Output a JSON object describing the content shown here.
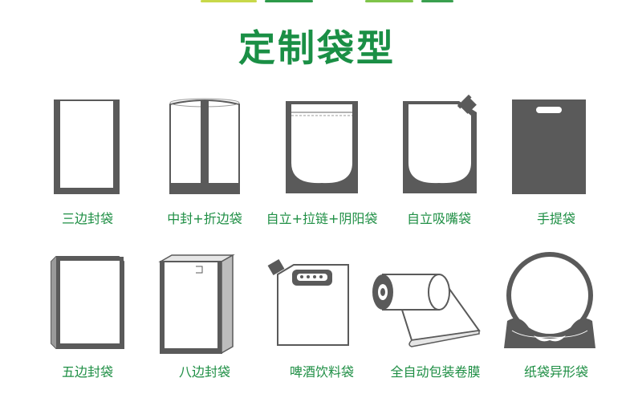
{
  "title": "定制袋型",
  "colors": {
    "title": "#1a8f45",
    "label": "#1f8f45",
    "dark": "#5a5a5a",
    "outline": "#555555",
    "deco": [
      "#7fc44a",
      "#2d9a4a",
      "#c8d84a",
      "#3aa04f"
    ]
  },
  "bag_types": [
    {
      "label": "三边封袋",
      "icon": "three-side-seal-bag-icon"
    },
    {
      "label": "中封+折边袋",
      "icon": "center-seal-gusset-bag-icon"
    },
    {
      "label": "自立+拉链+阴阳袋",
      "icon": "stand-up-zipper-bag-icon"
    },
    {
      "label": "自立吸嘴袋",
      "icon": "spout-pouch-icon"
    },
    {
      "label": "手提袋",
      "icon": "handle-bag-icon"
    },
    {
      "label": "五边封袋",
      "icon": "five-side-seal-bag-icon"
    },
    {
      "label": "八边封袋",
      "icon": "eight-side-seal-bag-icon"
    },
    {
      "label": "啤酒饮料袋",
      "icon": "beverage-bag-icon"
    },
    {
      "label": "全自动包装卷膜",
      "icon": "roll-film-icon"
    },
    {
      "label": "纸袋异形袋",
      "icon": "shaped-bag-icon"
    }
  ]
}
